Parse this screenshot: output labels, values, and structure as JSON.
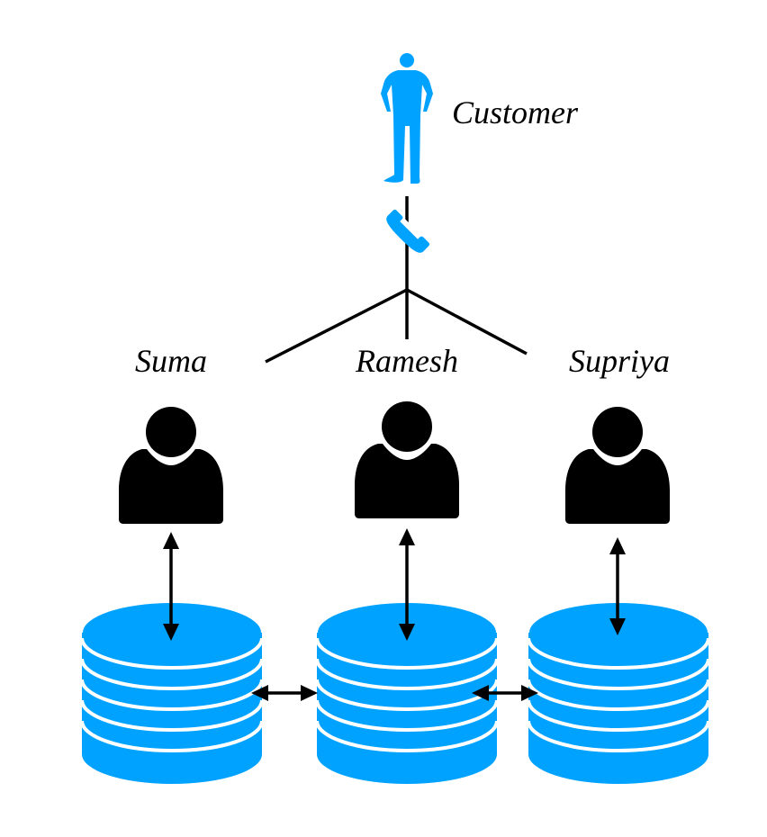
{
  "labels": {
    "customer": "Customer",
    "agents": [
      "Suma",
      "Ramesh",
      "Supriya"
    ]
  },
  "icons": {
    "customer": "person-standing-icon",
    "phone": "phone-icon",
    "agent": "user-icon",
    "database": "database-icon"
  },
  "colors": {
    "accent": "#00A2FF",
    "line": "#000000"
  }
}
